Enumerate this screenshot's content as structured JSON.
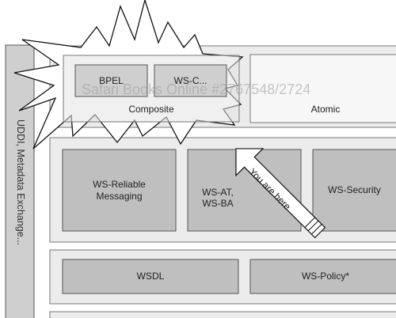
{
  "side_label": "UDDI, Metadata Exchange...",
  "watermark": "Safari Books Online #2767548/2724",
  "composite": {
    "label": "Composite",
    "items": [
      "BPEL",
      "WS-C..."
    ]
  },
  "atomic": {
    "label": "Atomic"
  },
  "middle_row": [
    "WS-Reliable\nMessaging",
    "WS-AT,\nWS-BA",
    "WS-Security"
  ],
  "description_row": [
    "WSDL",
    "WS-Policy*"
  ],
  "pointer": {
    "label": "You are here"
  },
  "colors": {
    "page": "#ffffff",
    "frame": "#ececec",
    "frame_border": "#777777",
    "box_fill": "#bfbfbf",
    "box_border": "#555555",
    "starburst": "#ffffff"
  }
}
